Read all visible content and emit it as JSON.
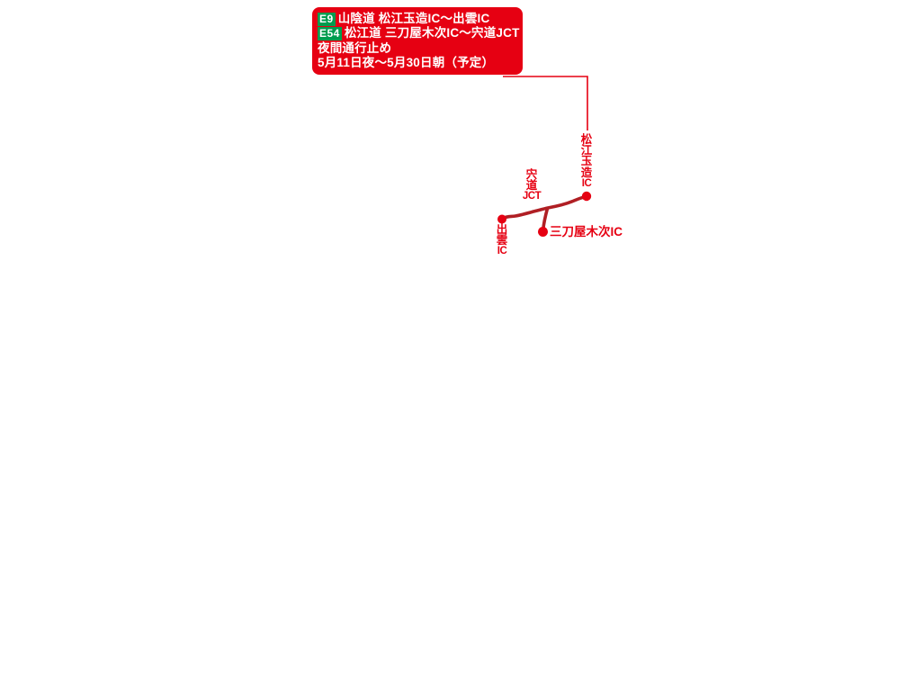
{
  "colors": {
    "notice_red": "#E60012",
    "road_red": "#B01F24",
    "badge_green": "#009C4E",
    "text_white": "#FFFFFF"
  },
  "notice_box": {
    "lines": [
      {
        "badge": "E9",
        "text": "山陰道 松江玉造IC〜出雲IC"
      },
      {
        "badge": "E54",
        "text": "松江道 三刀屋木次IC〜宍道JCT"
      },
      {
        "badge": "",
        "text": "夜間通行止め"
      },
      {
        "badge": "",
        "text": "5月11日夜〜5月30日朝（予定）"
      }
    ]
  },
  "map": {
    "labels": {
      "matsue_tamatsukuri": {
        "kanji": "松江玉造",
        "latin": "IC"
      },
      "shinji": {
        "kanji": "宍道",
        "latin": "JCT"
      },
      "izumo": {
        "kanji": "出雲",
        "latin": "IC"
      },
      "mitoya_kisuki": {
        "text": "三刀屋木次IC"
      }
    }
  }
}
